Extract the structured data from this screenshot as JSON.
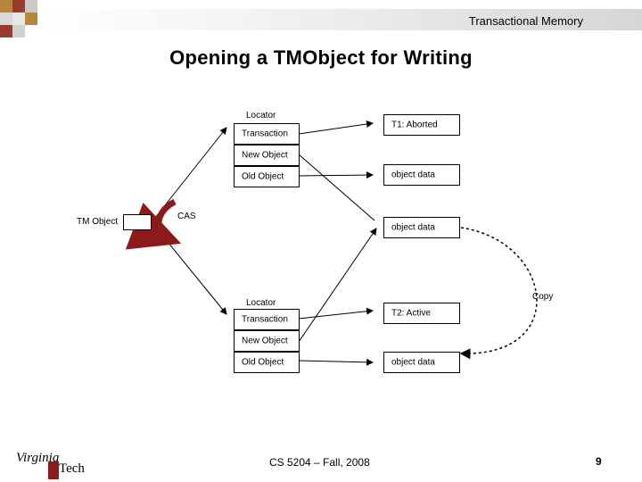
{
  "header": {
    "title": "Transactional Memory"
  },
  "slide": {
    "title": "Opening a TMObject for Writing"
  },
  "diagram": {
    "tm_object_label": "TM Object",
    "cas_label": "CAS",
    "copy_label": "Copy",
    "locator_top": {
      "title": "Locator",
      "transaction": "Transaction",
      "new_object": "New Object",
      "old_object": "Old Object"
    },
    "locator_bottom": {
      "title": "Locator",
      "transaction": "Transaction",
      "new_object": "New Object",
      "old_object": "Old Object"
    },
    "t1_status": "T1: Aborted",
    "t2_status": "T2: Active",
    "object_data_1": "object data",
    "object_data_2": "object data",
    "object_data_3": "object data"
  },
  "footer": {
    "course": "CS 5204 – Fall, 2008",
    "page": "9",
    "logo_text_1": "Virginia",
    "logo_text_2": "Tech"
  },
  "colors": {
    "accent_red": "#9b3b2e",
    "accent_tan": "#b8863b",
    "cas_arrow": "#8b1a1a"
  }
}
